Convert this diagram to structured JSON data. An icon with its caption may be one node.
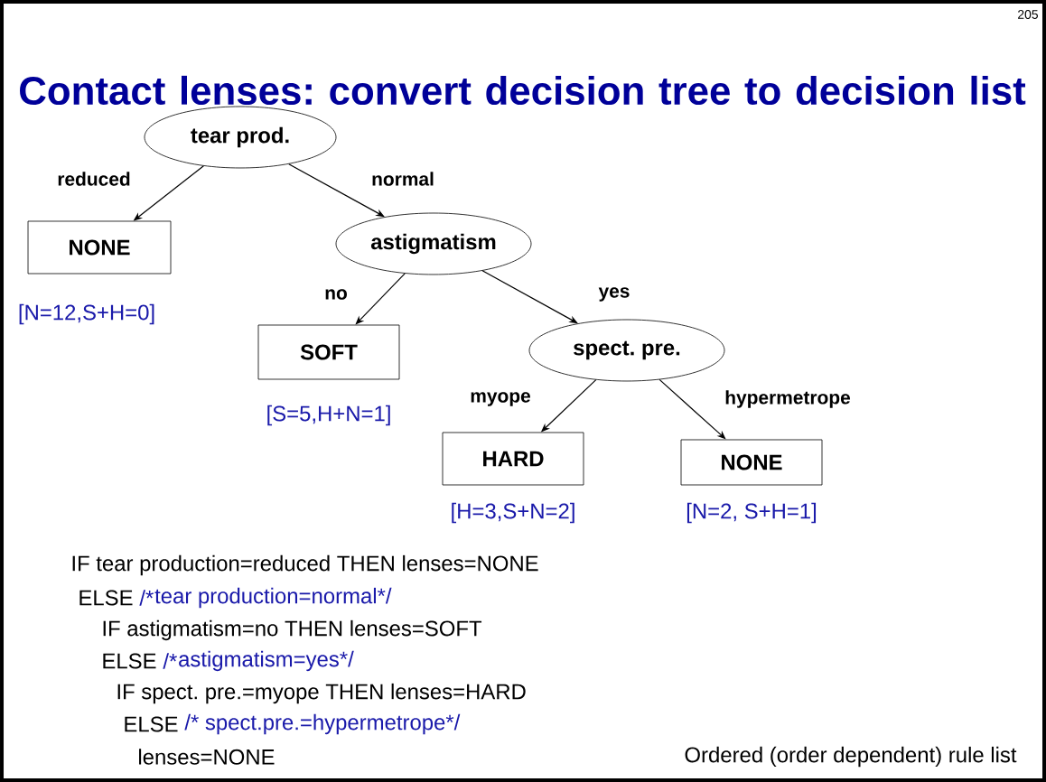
{
  "diagram": {
    "title": "Contact lenses: convert decision tree to decision list",
    "nodes": [
      {
        "text": [
          "tear prod."
        ]
      },
      {
        "text": [
          "NONE"
        ],
        "beside": [
          "[N=12,S+H=0]"
        ]
      },
      {
        "text": [
          "astigmatism"
        ]
      },
      {
        "text": [
          "SOFT"
        ],
        "beside": [
          "[S=5,H+N=1]"
        ]
      },
      {
        "text": [
          "spect. pre."
        ]
      },
      {
        "text": [
          "HARD"
        ],
        "beside": [
          "[H=3,S+N=2]"
        ]
      },
      {
        "text": [
          "NONE"
        ],
        "beside": [
          "[N=2, S+H=1]"
        ]
      }
    ],
    "edges": [
      {
        "from": 0,
        "to": 1,
        "arrow": "to",
        "label": "reduced"
      },
      {
        "from": 0,
        "to": 2,
        "arrow": "to",
        "label": "normal"
      },
      {
        "from": 2,
        "to": 3,
        "arrow": "to",
        "label": "no"
      },
      {
        "from": 2,
        "to": 4,
        "arrow": "to",
        "label": "yes"
      },
      {
        "from": 4,
        "to": 5,
        "arrow": "to",
        "label": "myope"
      },
      {
        "from": 4,
        "to": 6,
        "arrow": "to",
        "label": "hypermetrope"
      }
    ],
    "labels": [
      "205",
      "IF tear production=reduced THEN lenses=NONE",
      "ELSE",
      "/*",
      "tear production=normal*/",
      "IF astigmatism=no THEN lenses=SOFT",
      "ELSE",
      "/*",
      "astigmatism=yes*/",
      "IF spect. pre.=myope THEN lenses=HARD",
      "ELSE",
      "/* spect.pre.=hypermetrope*/",
      "lenses=NONE",
      "Ordered (order dependent) rule list"
    ]
  }
}
